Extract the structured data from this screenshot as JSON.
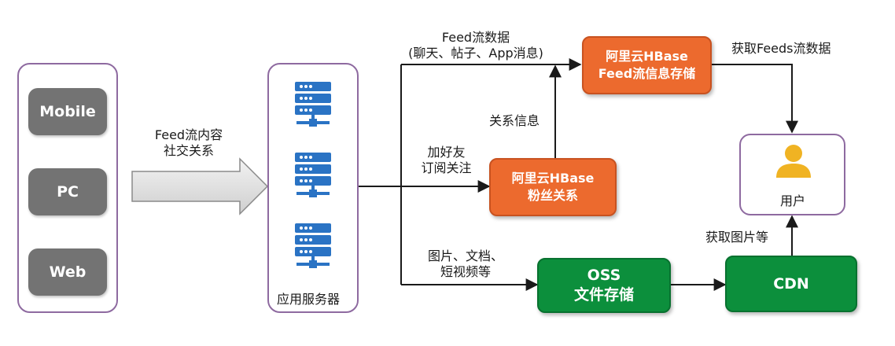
{
  "clients": {
    "items": [
      {
        "label": "Mobile"
      },
      {
        "label": "PC"
      },
      {
        "label": "Web"
      }
    ]
  },
  "input_label": {
    "line1": "Feed流内容",
    "line2": "社交关系"
  },
  "server_group": {
    "caption": "应用服务器",
    "server_count": 3
  },
  "edge_labels": {
    "feed_data_line1": "Feed流数据",
    "feed_data_line2": "(聊天、帖子、App消息)",
    "relation_info": "关系信息",
    "add_friend_line1": "加好友",
    "add_friend_line2": "订阅关注",
    "media_line1": "图片、文档、",
    "media_line2": "短视频等",
    "fetch_feeds": "获取Feeds流数据",
    "fetch_images": "获取图片等"
  },
  "nodes": {
    "hbase_feed": {
      "line1": "阿里云HBase",
      "line2": "Feed流信息存储"
    },
    "hbase_fans": {
      "line1": "阿里云HBase",
      "line2": "粉丝关系"
    },
    "oss": {
      "line1": "OSS",
      "line2": "文件存储"
    },
    "cdn": {
      "label": "CDN"
    }
  },
  "user": {
    "label": "用户"
  },
  "colors": {
    "orange": "#ec6a2e",
    "green": "#0c8f3c",
    "client_gray": "#737373",
    "group_border": "#8e6aa0",
    "server_blue": "#2a73c4",
    "user_gold": "#f0b323"
  }
}
